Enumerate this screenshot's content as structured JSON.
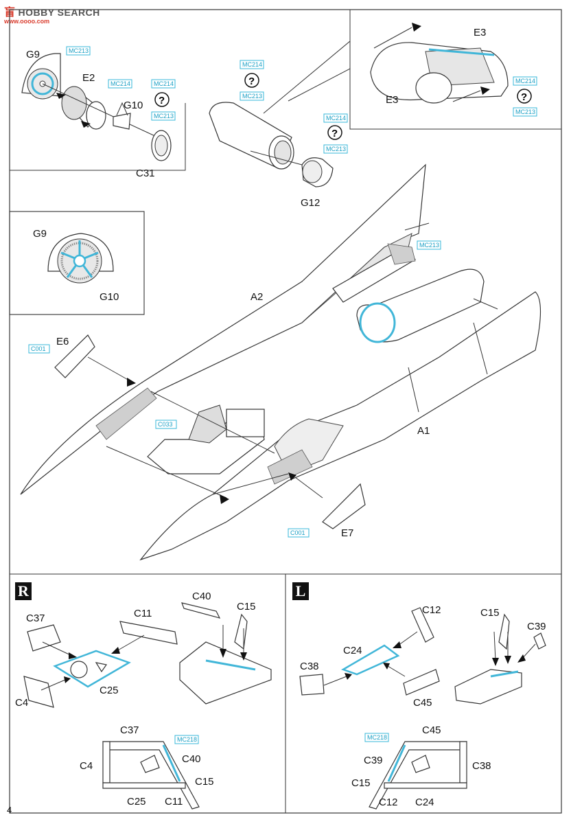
{
  "watermark": {
    "brand": "HOBBY SEARCH",
    "prefix": "盲",
    "url": "www.oooo.com"
  },
  "page_number": "4",
  "callouts": {
    "mc213": "MC213",
    "mc214": "MC214",
    "mc218": "MC218",
    "c001": "C001",
    "c033": "C033",
    "question": "?"
  },
  "labels": {
    "g9": "G9",
    "e2": "E2",
    "g10": "G10",
    "c31": "C31",
    "e3": "E3",
    "g12": "G12",
    "a2": "A2",
    "a1": "A1",
    "e6": "E6",
    "e7": "E7",
    "c37": "C37",
    "c11": "C11",
    "c40": "C40",
    "c15": "C15",
    "c25": "C25",
    "c4": "C4",
    "c12": "C12",
    "c39": "C39",
    "c24": "C24",
    "c38": "C38",
    "c45": "C45"
  },
  "panels": {
    "right": "R",
    "left": "L"
  },
  "colors": {
    "accent": "#41b6d8",
    "line": "#333333",
    "shade": "#cfcfcf"
  }
}
